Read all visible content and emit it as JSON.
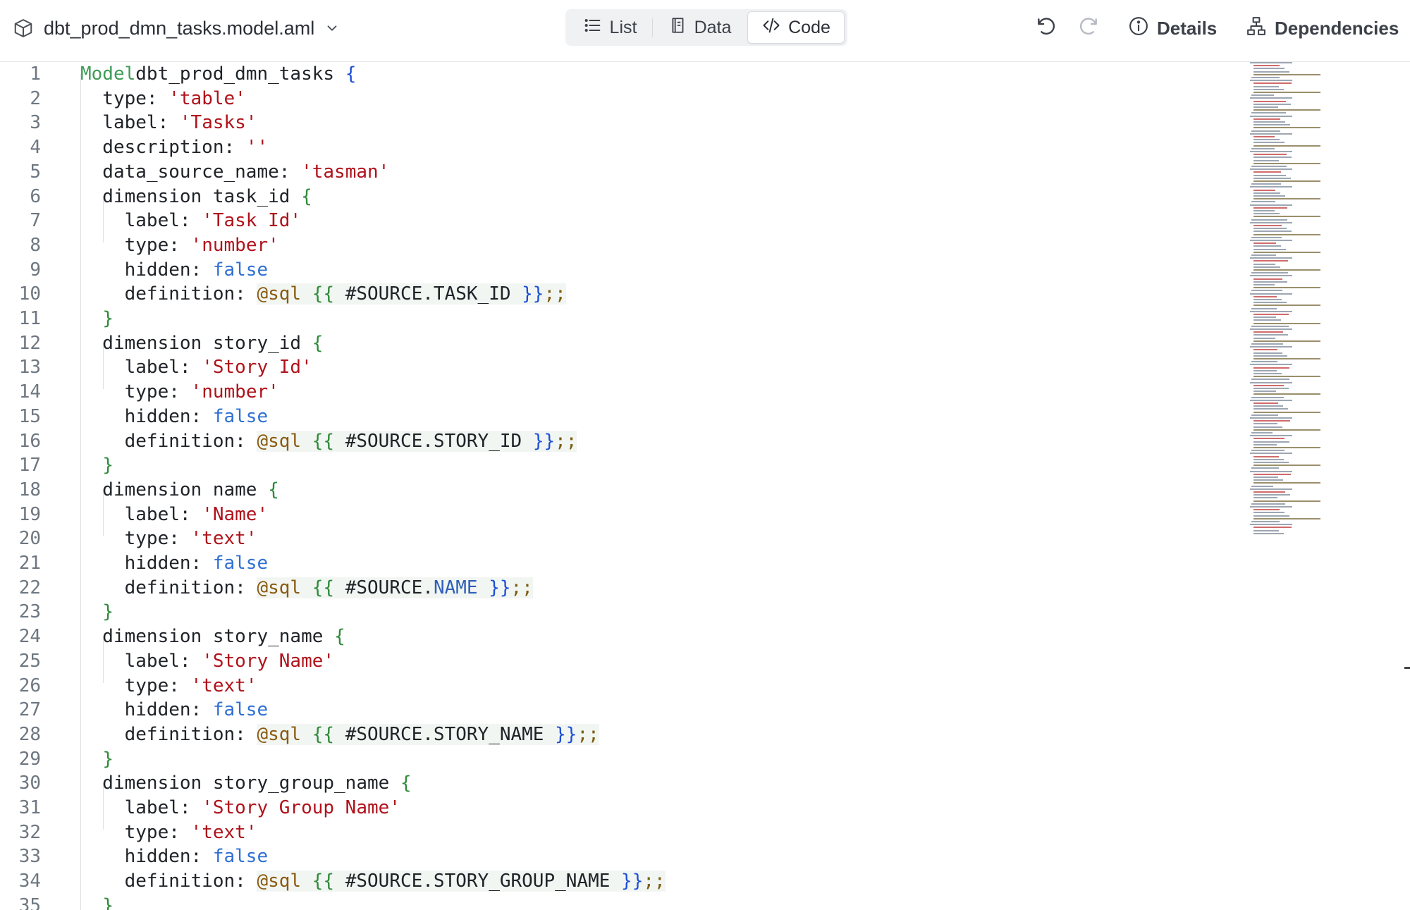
{
  "header": {
    "file_name": "dbt_prod_dmn_tasks.model.aml",
    "view_tabs": [
      {
        "label": "List",
        "icon": "list-icon",
        "active": false
      },
      {
        "label": "Data",
        "icon": "book-icon",
        "active": false
      },
      {
        "label": "Code",
        "icon": "code-icon",
        "active": true
      }
    ],
    "details_label": "Details",
    "dependencies_label": "Dependencies"
  },
  "editor": {
    "lines": [
      [
        [
          "kw",
          "Model"
        ],
        [
          "",
          "dbt_prod_dmn_tasks "
        ],
        [
          "dbl",
          "{"
        ]
      ],
      [
        [
          "",
          "  type: "
        ],
        [
          "str",
          "'table'"
        ]
      ],
      [
        [
          "",
          "  label: "
        ],
        [
          "str",
          "'Tasks'"
        ]
      ],
      [
        [
          "",
          "  description: "
        ],
        [
          "str",
          "''"
        ]
      ],
      [
        [
          "",
          "  data_source_name: "
        ],
        [
          "str",
          "'tasman'"
        ]
      ],
      [
        [
          "",
          "  dimension task_id "
        ],
        [
          "brace",
          "{"
        ]
      ],
      [
        [
          "",
          "    label: "
        ],
        [
          "str",
          "'Task Id'"
        ]
      ],
      [
        [
          "",
          "    type: "
        ],
        [
          "str",
          "'number'"
        ]
      ],
      [
        [
          "",
          "    hidden: "
        ],
        [
          "bool",
          "false"
        ]
      ],
      [
        [
          "",
          "    definition: "
        ],
        [
          "hlstart",
          ""
        ],
        [
          "at",
          "@sql"
        ],
        [
          "",
          " "
        ],
        [
          "brace",
          "{{"
        ],
        [
          "",
          " #SOURCE.TASK_ID "
        ],
        [
          "dbl",
          "}}"
        ],
        [
          "pun",
          ";;"
        ],
        [
          "hlend",
          ""
        ]
      ],
      [
        [
          "",
          "  "
        ],
        [
          "brace",
          "}"
        ]
      ],
      [
        [
          "",
          "  dimension story_id "
        ],
        [
          "brace",
          "{"
        ]
      ],
      [
        [
          "",
          "    label: "
        ],
        [
          "str",
          "'Story Id'"
        ]
      ],
      [
        [
          "",
          "    type: "
        ],
        [
          "str",
          "'number'"
        ]
      ],
      [
        [
          "",
          "    hidden: "
        ],
        [
          "bool",
          "false"
        ]
      ],
      [
        [
          "",
          "    definition: "
        ],
        [
          "hlstart",
          ""
        ],
        [
          "at",
          "@sql"
        ],
        [
          "",
          " "
        ],
        [
          "brace",
          "{{"
        ],
        [
          "",
          " #SOURCE.STORY_ID "
        ],
        [
          "dbl",
          "}}"
        ],
        [
          "pun",
          ";;"
        ],
        [
          "hlend",
          ""
        ]
      ],
      [
        [
          "",
          "  "
        ],
        [
          "brace",
          "}"
        ]
      ],
      [
        [
          "",
          "  dimension name "
        ],
        [
          "brace",
          "{"
        ]
      ],
      [
        [
          "",
          "    label: "
        ],
        [
          "str",
          "'Name'"
        ]
      ],
      [
        [
          "",
          "    type: "
        ],
        [
          "str",
          "'text'"
        ]
      ],
      [
        [
          "",
          "    hidden: "
        ],
        [
          "bool",
          "false"
        ]
      ],
      [
        [
          "",
          "    definition: "
        ],
        [
          "hlstart",
          ""
        ],
        [
          "at",
          "@sql"
        ],
        [
          "",
          " "
        ],
        [
          "brace",
          "{{"
        ],
        [
          "",
          " #SOURCE."
        ],
        [
          "nm",
          "NAME"
        ],
        [
          "",
          " "
        ],
        [
          "dbl",
          "}}"
        ],
        [
          "pun",
          ";;"
        ],
        [
          "hlend",
          ""
        ]
      ],
      [
        [
          "",
          "  "
        ],
        [
          "brace",
          "}"
        ]
      ],
      [
        [
          "",
          "  dimension story_name "
        ],
        [
          "brace",
          "{"
        ]
      ],
      [
        [
          "",
          "    label: "
        ],
        [
          "str",
          "'Story Name'"
        ]
      ],
      [
        [
          "",
          "    type: "
        ],
        [
          "str",
          "'text'"
        ]
      ],
      [
        [
          "",
          "    hidden: "
        ],
        [
          "bool",
          "false"
        ]
      ],
      [
        [
          "",
          "    definition: "
        ],
        [
          "hlstart",
          ""
        ],
        [
          "at",
          "@sql"
        ],
        [
          "",
          " "
        ],
        [
          "brace",
          "{{"
        ],
        [
          "",
          " #SOURCE.STORY_NAME "
        ],
        [
          "dbl",
          "}}"
        ],
        [
          "pun",
          ";;"
        ],
        [
          "hlend",
          ""
        ]
      ],
      [
        [
          "",
          "  "
        ],
        [
          "brace",
          "}"
        ]
      ],
      [
        [
          "",
          "  dimension story_group_name "
        ],
        [
          "brace",
          "{"
        ]
      ],
      [
        [
          "",
          "    label: "
        ],
        [
          "str",
          "'Story Group Name'"
        ]
      ],
      [
        [
          "",
          "    type: "
        ],
        [
          "str",
          "'text'"
        ]
      ],
      [
        [
          "",
          "    hidden: "
        ],
        [
          "bool",
          "false"
        ]
      ],
      [
        [
          "",
          "    definition: "
        ],
        [
          "hlstart",
          ""
        ],
        [
          "at",
          "@sql"
        ],
        [
          "",
          " "
        ],
        [
          "brace",
          "{{"
        ],
        [
          "",
          " #SOURCE.STORY_GROUP_NAME "
        ],
        [
          "dbl",
          "}}"
        ],
        [
          "pun",
          ";;"
        ],
        [
          "hlend",
          ""
        ]
      ],
      [
        [
          "",
          "  "
        ],
        [
          "brace",
          "}"
        ]
      ]
    ]
  },
  "colors": {
    "keyword": "#3e9b57",
    "string": "#b0121b",
    "boolean": "#2f6fd3",
    "brace": "#2e8b3a",
    "active_tab_bg": "#ffffff",
    "segmented_bg": "#f0f1f3"
  }
}
